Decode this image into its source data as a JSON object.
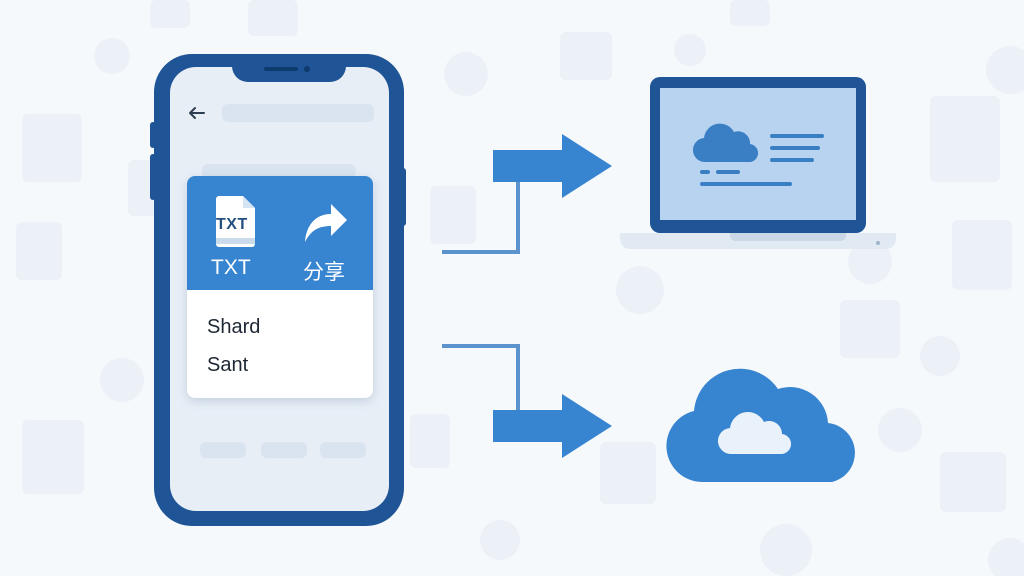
{
  "colors": {
    "primary": "#3784d0",
    "dark_frame": "#1f5596",
    "screen_light": "#b7d3ef",
    "background": "#f6f9fc"
  },
  "popup": {
    "txt_icon_text": "TXT",
    "txt_label": "TXT",
    "share_label": "分享",
    "menu_items": [
      "Shard",
      "Sant"
    ]
  },
  "icons": {
    "back": "back-arrow-icon",
    "file": "txt-file-icon",
    "share": "share-arrow-icon",
    "cloud": "cloud-icon",
    "laptop": "laptop-icon"
  }
}
